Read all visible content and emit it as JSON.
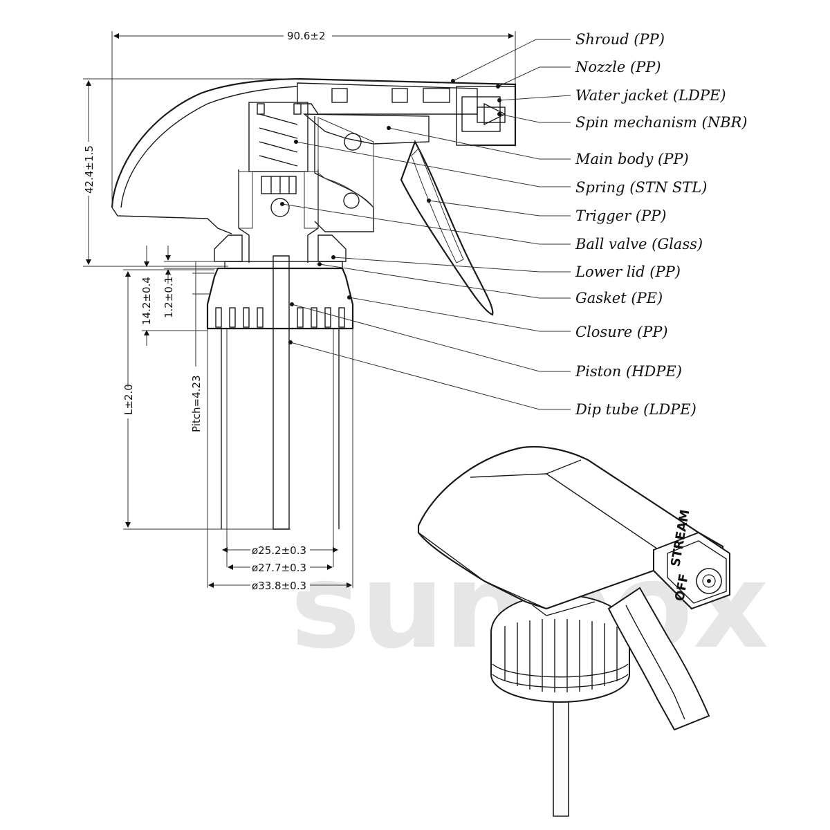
{
  "watermark": "sunbox",
  "dimensions": {
    "width": "90.6±2",
    "height": "42.4±1.5",
    "d1": "14.2±0.4",
    "d2": "1.2±0.1",
    "pitch": "Pitch=4.23",
    "length": "L±2.0",
    "dia1": "ø25.2±0.3",
    "dia2": "ø27.7±0.3",
    "dia3": "ø33.8±0.3"
  },
  "parts": [
    {
      "label": "Shroud (PP)"
    },
    {
      "label": "Nozzle (PP)"
    },
    {
      "label": "Water jacket (LDPE)"
    },
    {
      "label": "Spin mechanism (NBR)"
    },
    {
      "label": "Main body (PP)"
    },
    {
      "label": "Spring (STN STL)"
    },
    {
      "label": "Trigger (PP)"
    },
    {
      "label": "Ball valve (Glass)"
    },
    {
      "label": "Lower lid (PP)"
    },
    {
      "label": "Gasket (PE)"
    },
    {
      "label": "Closure (PP)"
    },
    {
      "label": "Piston (HDPE)"
    },
    {
      "label": "Dip tube (LDPE)"
    }
  ],
  "product_marks": {
    "mark1": "STREAM",
    "mark2": "OFF"
  }
}
